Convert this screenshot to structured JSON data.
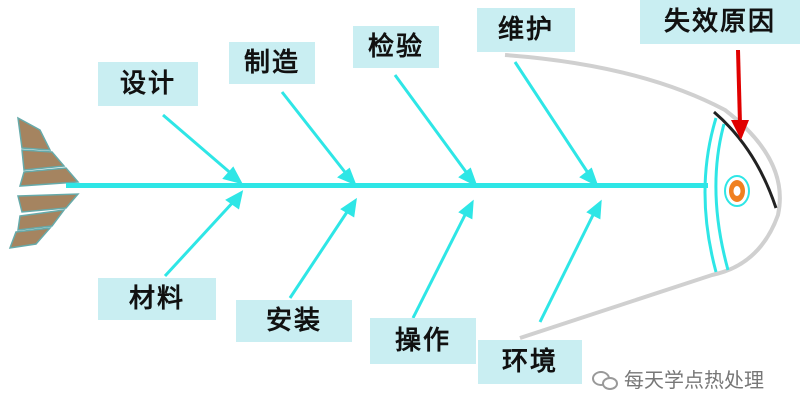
{
  "labels": {
    "design": "设计",
    "manufacturing": "制造",
    "inspection": "检验",
    "maintenance": "维护",
    "failure_cause": "失效原因",
    "material": "材料",
    "installation": "安装",
    "operation": "操作",
    "environment": "环境"
  },
  "watermark": {
    "text": "每天学点热处理"
  },
  "colors": {
    "box_fill": "#c9eef2",
    "bone": "#2ee6e6",
    "arrow_red": "#e00000",
    "eye_orange": "#f08020",
    "tail_brown": "#a58460",
    "outline": "#d0d0d0"
  },
  "icons": {
    "watermark": "wechat-icon"
  }
}
